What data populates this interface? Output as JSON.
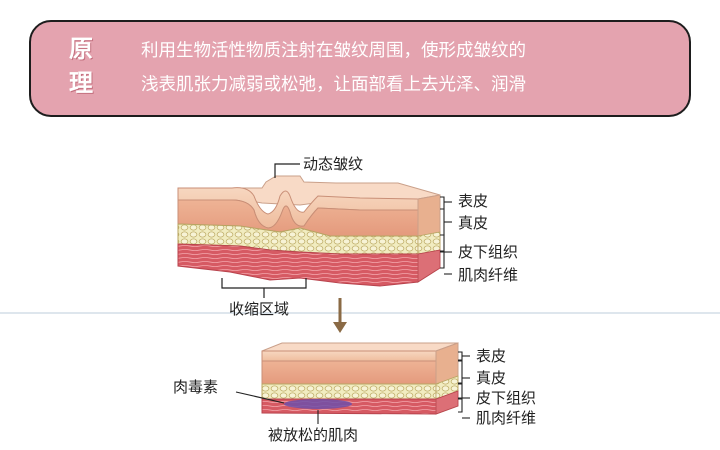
{
  "banner": {
    "title_line1": "原",
    "title_line2": "理",
    "text_line1": "利用生物活性物质注射在皱纹周围，使形成皱纹的",
    "text_line2": "浅表肌张力减弱或松弛，让面部看上去光泽、润滑"
  },
  "diagram_top": {
    "wrinkle_label": "动态皱纹",
    "layers": [
      "表皮",
      "真皮",
      "皮下组织",
      "肌肉纤维"
    ],
    "zone_label": "收缩区域"
  },
  "diagram_bottom": {
    "layers": [
      "表皮",
      "真皮",
      "皮下组织",
      "肌肉纤维"
    ],
    "toxin_label": "肉毒素",
    "relaxed_label": "被放松的肌肉"
  },
  "colors": {
    "banner_bg": "#e4a3af",
    "epidermis": "#f2c2a4",
    "dermis": "#e7a486",
    "fat": "#efe9b6",
    "muscle": "#d85a64",
    "toxin": "#6f4fa8",
    "arrow": "#8a6a45"
  }
}
